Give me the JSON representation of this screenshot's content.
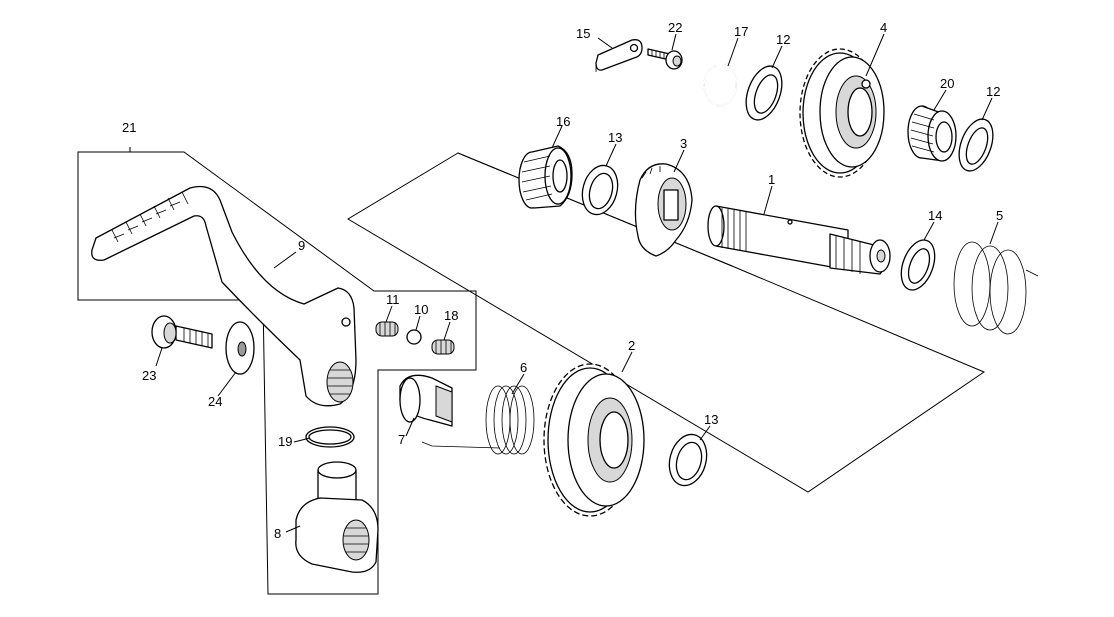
{
  "diagram": {
    "labels": [
      {
        "id": "label-1",
        "text": "1"
      },
      {
        "id": "label-2",
        "text": "2"
      },
      {
        "id": "label-3",
        "text": "3"
      },
      {
        "id": "label-4",
        "text": "4"
      },
      {
        "id": "label-5",
        "text": "5"
      },
      {
        "id": "label-6",
        "text": "6"
      },
      {
        "id": "label-7",
        "text": "7"
      },
      {
        "id": "label-8",
        "text": "8"
      },
      {
        "id": "label-9",
        "text": "9"
      },
      {
        "id": "label-10",
        "text": "10"
      },
      {
        "id": "label-11",
        "text": "11"
      },
      {
        "id": "label-12a",
        "text": "12"
      },
      {
        "id": "label-12b",
        "text": "12"
      },
      {
        "id": "label-13a",
        "text": "13"
      },
      {
        "id": "label-13b",
        "text": "13"
      },
      {
        "id": "label-14",
        "text": "14"
      },
      {
        "id": "label-15",
        "text": "15"
      },
      {
        "id": "label-16",
        "text": "16"
      },
      {
        "id": "label-17",
        "text": "17"
      },
      {
        "id": "label-18",
        "text": "18"
      },
      {
        "id": "label-19",
        "text": "19"
      },
      {
        "id": "label-20",
        "text": "20"
      },
      {
        "id": "label-21",
        "text": "21"
      },
      {
        "id": "label-22",
        "text": "22"
      },
      {
        "id": "label-23",
        "text": "23"
      },
      {
        "id": "label-24",
        "text": "24"
      }
    ]
  }
}
